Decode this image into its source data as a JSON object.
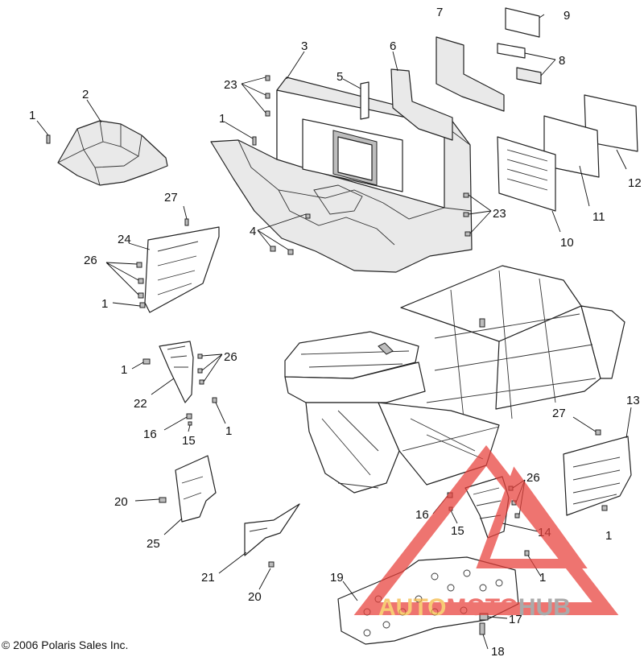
{
  "callouts": {
    "c1a": "1",
    "c2": "2",
    "c3": "3",
    "c1b": "1",
    "c23a": "23",
    "c4": "4",
    "c5": "5",
    "c6": "6",
    "c7": "7",
    "c9": "9",
    "c8": "8",
    "c12": "12",
    "c11": "11",
    "c10": "10",
    "c23b": "23",
    "c27a": "27",
    "c24": "24",
    "c26a": "26",
    "c1c": "1",
    "c1d": "1",
    "c26b": "26",
    "c22": "22",
    "c16a": "16",
    "c15a": "15",
    "c1e": "1",
    "c20a": "20",
    "c25": "25",
    "c21": "21",
    "c20b": "20",
    "c27b": "27",
    "c13": "13",
    "c26c": "26",
    "c16b": "16",
    "c15b": "15",
    "c14": "14",
    "c1f": "1",
    "c1g": "1",
    "c19": "19",
    "c17": "17",
    "c18": "18"
  },
  "copyright": "© 2006 Polaris Sales Inc.",
  "watermark": {
    "brand_a": "AUTO",
    "brand_b": "MOTO",
    "brand_c": "HUB",
    "color_a": "#f5b841",
    "color_b": "#e8403a",
    "color_c": "#8a8a8a"
  }
}
